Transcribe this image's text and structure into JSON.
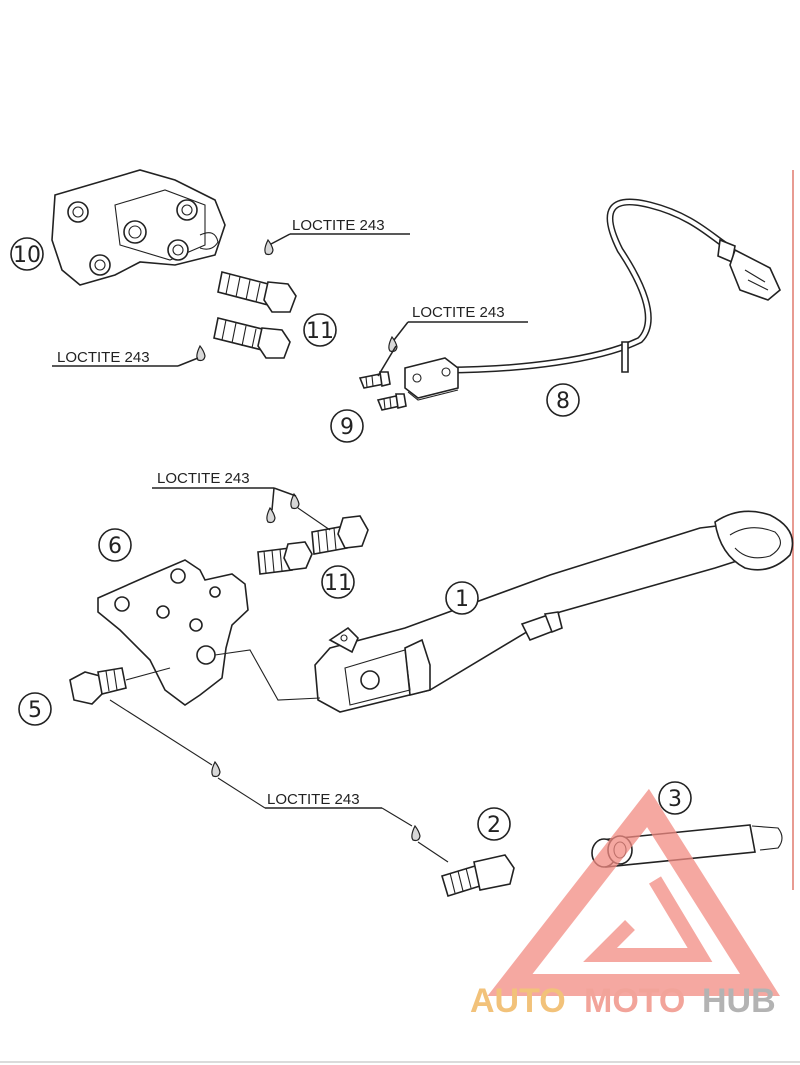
{
  "callouts": {
    "c1": "1",
    "c2": "2",
    "c3": "3",
    "c5": "5",
    "c6": "6",
    "c8": "8",
    "c9": "9",
    "c10": "10",
    "c11a": "11",
    "c11b": "11"
  },
  "labels": {
    "loctite_a": "LOCTITE 243",
    "loctite_b": "LOCTITE 243",
    "loctite_c": "LOCTITE 243",
    "loctite_d": "LOCTITE 243",
    "loctite_e": "LOCTITE 243"
  },
  "watermark": {
    "brand_auto": "AUTO",
    "brand_moto": "MOTO",
    "brand_hub": "HUB",
    "colors": {
      "auto": "#f2c27a",
      "moto": "#f2a49a",
      "hub": "#b3b3b3",
      "logo": "#f28b82"
    }
  }
}
